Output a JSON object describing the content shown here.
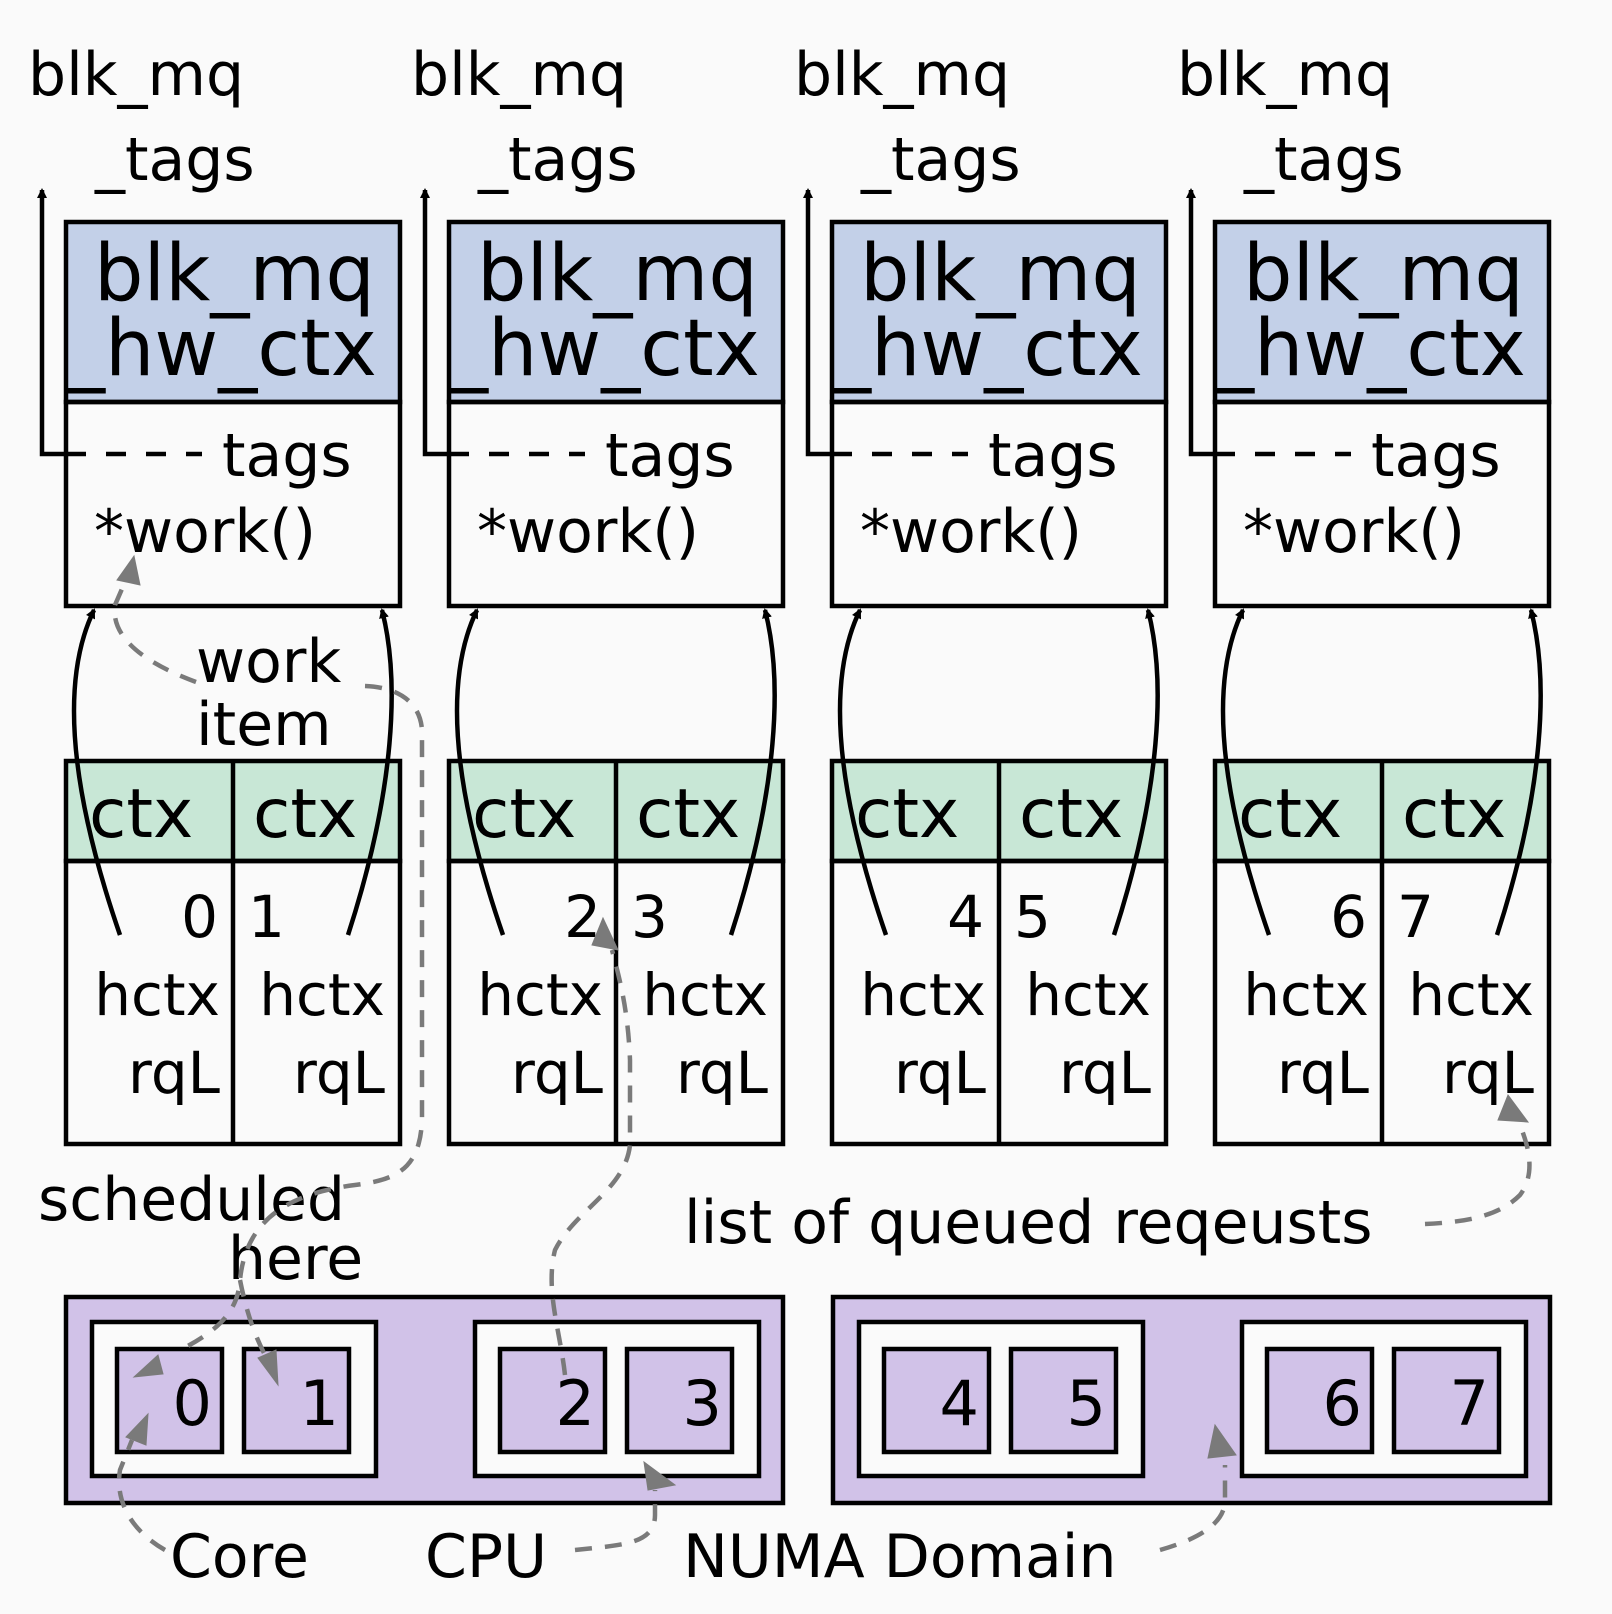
{
  "colors": {
    "hw_ctx_fill": "#c3d0e8",
    "ctx_fill": "#c8e7d6",
    "cpu_fill": "#d1c2e8",
    "background": "#fafafa",
    "dashed_arrow": "#7a7a7a"
  },
  "groups": [
    {
      "tags_label_1": "blk_mq",
      "tags_label_2": "_tags",
      "hw_line1": "blk_mq",
      "hw_line2": "_hw_ctx",
      "field_tags": "tags",
      "field_work": "*work()",
      "ctx_left": "ctx",
      "ctx_right": "ctx",
      "num_left": "0",
      "num_right": "1",
      "hctx_left": "hctx",
      "hctx_right": "hctx",
      "rql_left": "rqL",
      "rql_right": "rqL"
    },
    {
      "tags_label_1": "blk_mq",
      "tags_label_2": "_tags",
      "hw_line1": "blk_mq",
      "hw_line2": "_hw_ctx",
      "field_tags": "tags",
      "field_work": "*work()",
      "ctx_left": "ctx",
      "ctx_right": "ctx",
      "num_left": "2",
      "num_right": "3",
      "hctx_left": "hctx",
      "hctx_right": "hctx",
      "rql_left": "rqL",
      "rql_right": "rqL"
    },
    {
      "tags_label_1": "blk_mq",
      "tags_label_2": "_tags",
      "hw_line1": "blk_mq",
      "hw_line2": "_hw_ctx",
      "field_tags": "tags",
      "field_work": "*work()",
      "ctx_left": "ctx",
      "ctx_right": "ctx",
      "num_left": "4",
      "num_right": "5",
      "hctx_left": "hctx",
      "hctx_right": "hctx",
      "rql_left": "rqL",
      "rql_right": "rqL"
    },
    {
      "tags_label_1": "blk_mq",
      "tags_label_2": "_tags",
      "hw_line1": "blk_mq",
      "hw_line2": "_hw_ctx",
      "field_tags": "tags",
      "field_work": "*work()",
      "ctx_left": "ctx",
      "ctx_right": "ctx",
      "num_left": "6",
      "num_right": "7",
      "hctx_left": "hctx",
      "hctx_right": "hctx",
      "rql_left": "rqL",
      "rql_right": "rqL"
    }
  ],
  "annotations": {
    "work_item_1": "work",
    "work_item_2": "item",
    "scheduled_1": "scheduled",
    "scheduled_2": "here",
    "queued_list": "list of queued reqeusts",
    "core": "Core",
    "cpu": "CPU",
    "numa": "NUMA Domain"
  },
  "cpus": [
    "0",
    "1",
    "2",
    "3",
    "4",
    "5",
    "6",
    "7"
  ]
}
